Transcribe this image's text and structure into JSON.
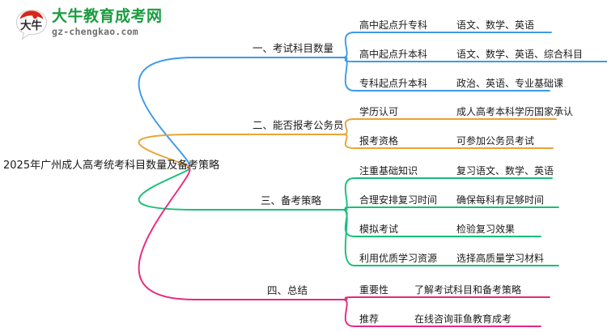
{
  "logo": {
    "mark_name": "daniu-speech-bubble-logo",
    "cn_name": "大牛教育成考网",
    "en_name": "gz-chengkao.com",
    "mark_glyph": "大牛",
    "brand_green": "#1a9c3f",
    "brand_red": "#d9261c"
  },
  "mindmap": {
    "root": {
      "label": "2025年广州成人高考统考科目数量及备考策略"
    },
    "branches": [
      {
        "label": "一、考试科目数量",
        "color": "#3d9ae8",
        "children": [
          {
            "title": "高中起点升专科",
            "desc": "语文、数学、英语"
          },
          {
            "title": "高中起点升本科",
            "desc": "语文、数学、英语、综合科目"
          },
          {
            "title": "专科起点升本科",
            "desc": "政治、英语、专业基础课"
          }
        ]
      },
      {
        "label": "二、能否报考公务员",
        "color": "#e8a436",
        "children": [
          {
            "title": "学历认可",
            "desc": "成人高考本科学历国家承认"
          },
          {
            "title": "报考资格",
            "desc": "可参加公务员考试"
          }
        ]
      },
      {
        "label": "三、备考策略",
        "color": "#16c079",
        "children": [
          {
            "title": "注重基础知识",
            "desc": "复习语文、数学、英语"
          },
          {
            "title": "合理安排复习时间",
            "desc": "确保每科有足够时间"
          },
          {
            "title": "模拟考试",
            "desc": "检验复习效果"
          },
          {
            "title": "利用优质学习资源",
            "desc": "选择高质量学习材料"
          }
        ]
      },
      {
        "label": "四、总结",
        "color": "#e8287f",
        "children": [
          {
            "title": "重要性",
            "desc": "了解考试科目和备考策略"
          },
          {
            "title": "推荐",
            "desc": "在线咨询菲鱼教育成考"
          }
        ]
      }
    ]
  }
}
